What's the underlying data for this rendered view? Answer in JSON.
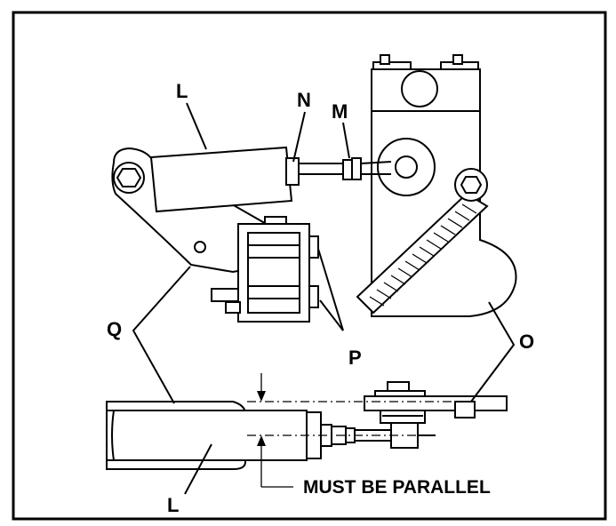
{
  "diagram": {
    "labels": {
      "L_top": "L",
      "N": "N",
      "M": "M",
      "Q": "Q",
      "P": "P",
      "O": "O",
      "L_bottom": "L"
    },
    "caption": "MUST BE PARALLEL"
  }
}
